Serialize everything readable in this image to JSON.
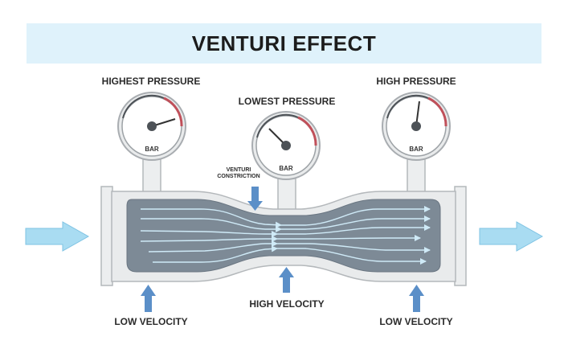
{
  "title": "VENTURI EFFECT",
  "gauges": [
    {
      "label": "HIGHEST PRESSURE",
      "unit": "BAR"
    },
    {
      "label": "LOWEST PRESSURE",
      "unit": "BAR"
    },
    {
      "label": "HIGH PRESSURE",
      "unit": "BAR"
    }
  ],
  "constriction_label_line1": "VENTURI",
  "constriction_label_line2": "CONSTRICTION",
  "velocity_labels": {
    "left": "LOW VELOCITY",
    "center": "HIGH VELOCITY",
    "right": "LOW VELOCITY"
  },
  "colors": {
    "title_bg": "#dff2fb",
    "flow_arrow": "#9fd6ef",
    "indicator_arrow": "#5b8fc8",
    "fluid": "#7d8a96",
    "streamline": "#cfeaf7",
    "gauge_red": "#c0505a"
  }
}
